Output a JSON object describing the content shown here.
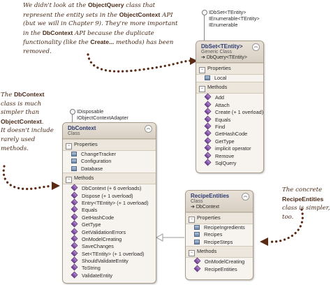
{
  "notes": {
    "top": {
      "line1": "We didn't look at the ",
      "code1": "ObjectQuery",
      "line1b": " class that",
      "line2": "represent the entity sets in the ",
      "code2": "ObjectContext",
      "line2b": " API",
      "line3": "(but we will in Chapter 9). They're more important",
      "line4": "in the ",
      "code3": "DbContext",
      "line4b": " API because the duplicate",
      "line5": "functionality (like the ",
      "code4": "Create...",
      "line5b": " methods) has been",
      "line6": "removed."
    },
    "left": {
      "line1": "The ",
      "code1": "DbContext",
      "line2": "class is much",
      "line3": "simpler than",
      "code2": "ObjectContext",
      "line4": "It doesn't include",
      "line5": "rarely used",
      "line6": "methods."
    },
    "right": {
      "line1": "The concrete",
      "code1": "RecipeEntities",
      "line3": "class is simpler, too."
    }
  },
  "dbset": {
    "interfaces": [
      "IDbSet<TEntity>",
      "IEnumerable<TEntity>",
      "IEnumerable"
    ],
    "name": "DbSet<TEntity>",
    "stereotype": "Generic Class",
    "parent": "DbQuery<TEntity>",
    "properties_label": "Properties",
    "properties": [
      "Local"
    ],
    "methods_label": "Methods",
    "methods": [
      "Add",
      "Attach",
      "Create (+ 1 overload)",
      "Equals",
      "Find",
      "GetHashCode",
      "GetType",
      "implicit operator",
      "Remove",
      "SqlQuery"
    ]
  },
  "dbcontext": {
    "interfaces": [
      "IDisposable",
      "IObjectContextAdapter"
    ],
    "name": "DbContext",
    "stereotype": "Class",
    "properties_label": "Properties",
    "properties": [
      "ChangeTracker",
      "Configuration",
      "Database"
    ],
    "methods_label": "Methods",
    "methods": [
      "DbContext (+ 6 overloads)",
      "Dispose (+ 1 overload)",
      "Entry<TEntity> (+ 1 overload)",
      "Equals",
      "GetHashCode",
      "GetType",
      "GetValidationErrors",
      "OnModelCreating",
      "SaveChanges",
      "Set<TEntity> (+ 1 overload)",
      "ShouldValidateEntity",
      "ToString",
      "ValidateEntity"
    ]
  },
  "recipe": {
    "name": "RecipeEntities",
    "stereotype": "Class",
    "parent": "DbContext",
    "properties_label": "Properties",
    "properties": [
      "RecipeIngredients",
      "Recipes",
      "RecipeSteps"
    ],
    "methods_label": "Methods",
    "methods": [
      "OnModelCreating",
      "RecipeEntities"
    ]
  },
  "colors": {
    "accent": "#5a2a14",
    "header_text": "#2c3a70"
  },
  "icons": {
    "property": "property-icon",
    "method": "method-icon",
    "collapse": "chevron-up-icon"
  }
}
